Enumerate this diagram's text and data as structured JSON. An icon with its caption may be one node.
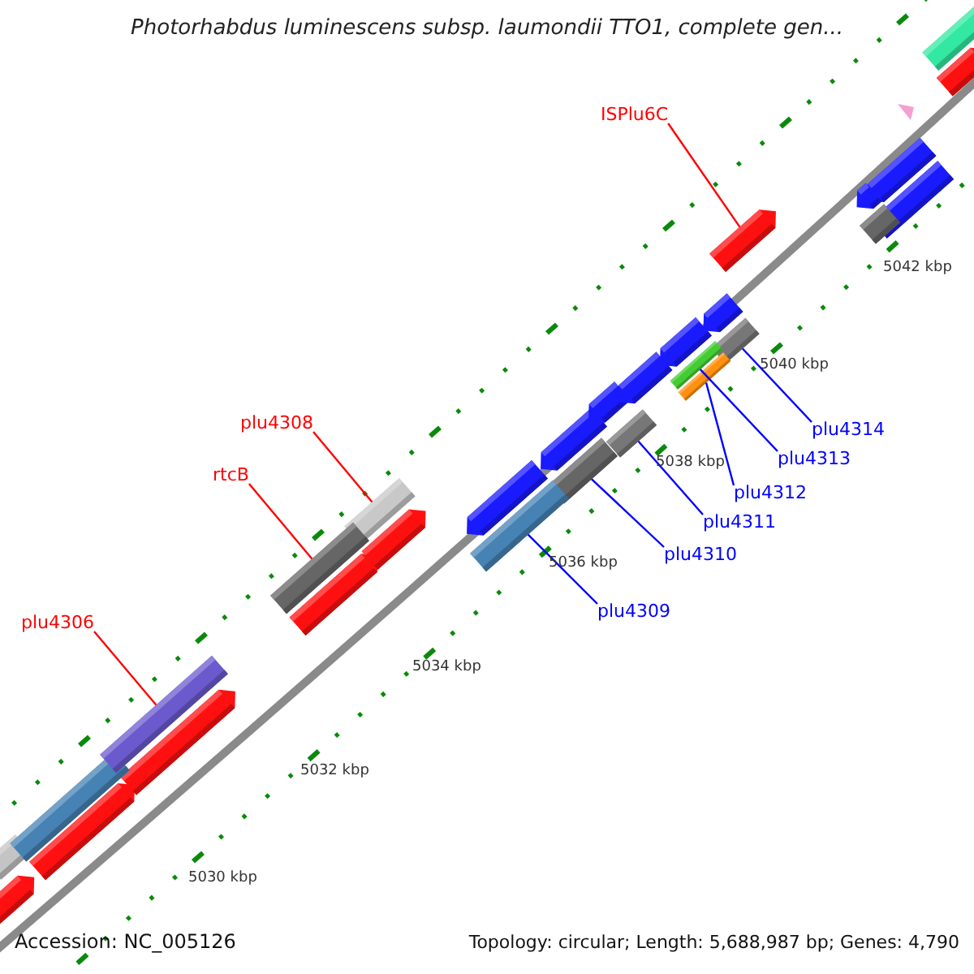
{
  "diagram": {
    "title": "Photorhabdus luminescens subsp. laumondii TTO1, complete gen...",
    "nodes": [
      {
        "text": [
          "ISPlu6C"
        ]
      },
      {
        "text": [
          "plu4308"
        ]
      },
      {
        "text": [
          "rtcB"
        ]
      },
      {
        "text": [
          "plu4314"
        ]
      },
      {
        "text": [
          "plu4313"
        ]
      },
      {
        "text": [
          "plu4312"
        ]
      },
      {
        "text": [
          "plu4311"
        ]
      },
      {
        "text": [
          "plu4310"
        ]
      },
      {
        "text": [
          "plu4306"
        ]
      },
      {
        "text": [
          "plu4309"
        ]
      },
      {
        "text": [],
        "shape": "arrow"
      },
      {
        "text": [],
        "shape": "bar"
      },
      {
        "text": [],
        "shape": "bar"
      },
      {
        "text": [],
        "shape": "bar"
      },
      {
        "text": [],
        "shape": "bar"
      },
      {
        "text": [],
        "shape": "bar"
      },
      {
        "text": [],
        "shape": "bar"
      },
      {
        "text": [],
        "shape": "bar"
      },
      {
        "text": [],
        "shape": "bar"
      },
      {
        "text": [],
        "shape": "bar"
      }
    ],
    "edges": [
      {
        "from": 0,
        "to": 10,
        "arrow": "none",
        "color": "#ff0000"
      },
      {
        "from": 1,
        "to": 11,
        "arrow": "none",
        "color": "#ff0000"
      },
      {
        "from": 2,
        "to": 12,
        "arrow": "none",
        "color": "#ff0000"
      },
      {
        "from": 3,
        "to": 13,
        "arrow": "none"
      },
      {
        "from": 4,
        "to": 14,
        "arrow": "none"
      },
      {
        "from": 5,
        "to": 15,
        "arrow": "none"
      },
      {
        "from": 6,
        "to": 16,
        "arrow": "none"
      },
      {
        "from": 7,
        "to": 17,
        "arrow": "none"
      },
      {
        "from": 8,
        "to": 18,
        "arrow": "none",
        "color": "#ff0000"
      },
      {
        "from": 9,
        "to": 19,
        "arrow": "none"
      }
    ],
    "labels": [
      "5042 kbp",
      "5040 kbp",
      "5038 kbp",
      "5036 kbp",
      "5034 kbp",
      "5032 kbp",
      "5030 kbp",
      "Accession: NC_005126",
      "Topology: circular; Length: 5,688,987 bp; Genes: 4,790"
    ]
  }
}
